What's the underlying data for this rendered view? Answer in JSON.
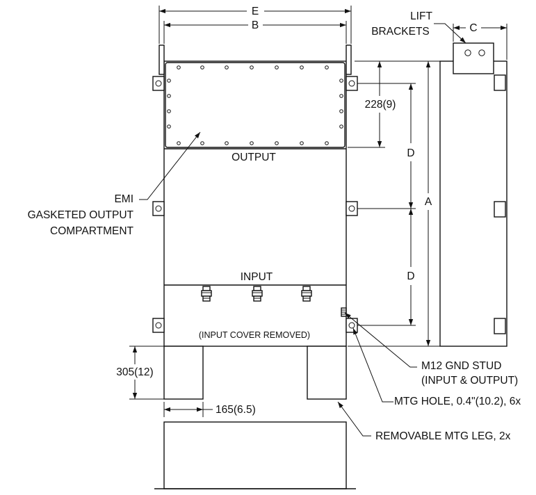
{
  "dimensions": {
    "E": "E",
    "B": "B",
    "C": "C",
    "A": "A",
    "D_upper": "D",
    "D_lower": "D",
    "output_height": "228(9)",
    "leg_height": "305(12)",
    "leg_width": "165(6.5)"
  },
  "labels": {
    "lift_brackets_line1": "LIFT",
    "lift_brackets_line2": "BRACKETS",
    "output": "OUTPUT",
    "input": "INPUT",
    "input_cover": "(INPUT COVER REMOVED)",
    "emi_line1": "EMI",
    "emi_line2": "GASKETED OUTPUT",
    "emi_line3": "COMPARTMENT",
    "gnd_line1": "M12 GND STUD",
    "gnd_line2": "(INPUT & OUTPUT)",
    "mtg_hole": "MTG HOLE, 0.4\"(10.2), 6x",
    "mtg_leg": "REMOVABLE MTG LEG, 2x"
  }
}
